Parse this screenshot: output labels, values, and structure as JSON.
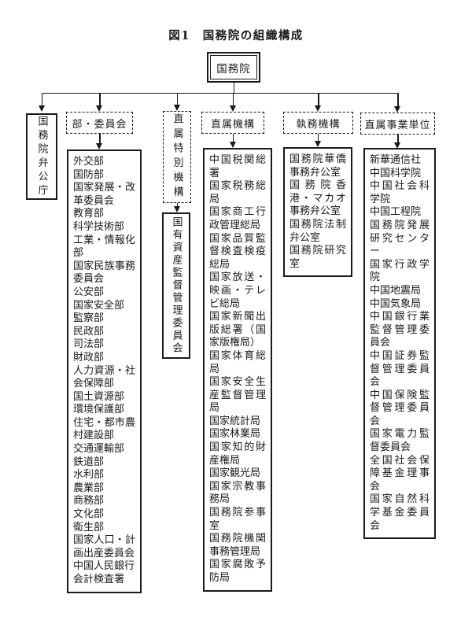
{
  "title": "図1　国務院の組織構成",
  "root": {
    "label": "国務院"
  },
  "columns": {
    "bangongting": {
      "header": "国務院弁公庁"
    },
    "ministries": {
      "header": "部・委員会",
      "items": [
        "外交部",
        "国防部",
        "国家発展・改革委員会",
        "教育部",
        "科学技術部",
        "工業・情報化部",
        "国家民族事務委員会",
        "公安部",
        "国家安全部",
        "監察部",
        "民政部",
        "司法部",
        "財政部",
        "人力資源・社会保障部",
        "国土資源部",
        "環境保護部",
        "住宅・都市農村建設部",
        "交通運輸部",
        "鉄道部",
        "水利部",
        "農業部",
        "商務部",
        "文化部",
        "衛生部",
        "国家人口・計画出産委員会",
        "中国人民銀行",
        "会計検査署"
      ]
    },
    "special": {
      "header": "直属特別機構",
      "sub_label": "国有資産監督管理委員会"
    },
    "direct_organs": {
      "header": "直属機構",
      "items": [
        "中国税関総署",
        "国家税務総局",
        "国家商工行政管理総局",
        "国家品質監督検査検疫総局",
        "国家放送・映画・テレビ総局",
        "国家新聞出版総署（国家版権局）",
        "国家体育総局",
        "国家安全生産監督管理局",
        "国家統計局",
        "国家林業局",
        "国家知的財産権局",
        "国家観光局",
        "国家宗教事務局",
        "国務院参事室",
        "国務院機関事務管理局",
        "国家腐敗予防局"
      ]
    },
    "office_organs": {
      "header": "執務機構",
      "items": [
        "国務院華僑事務弁公室",
        "国務院香港・マカオ事務弁公室",
        "国務院法制弁公室",
        "国務院研究室"
      ]
    },
    "institutions": {
      "header": "直属事業単位",
      "items": [
        "新華通信社",
        "中国科学院",
        "中国社会科学院",
        "中国工程院",
        "国務院発展研究センター",
        "国家行政学院",
        "中国地震局",
        "中国気象局",
        "中国銀行業監督管理委員会",
        "中国証券監督管理委員会",
        "中国保険監督管理委員会",
        "国家電力監督委員会",
        "全国社会保障基金理事会",
        "国家自然科学基金委員会"
      ]
    }
  }
}
